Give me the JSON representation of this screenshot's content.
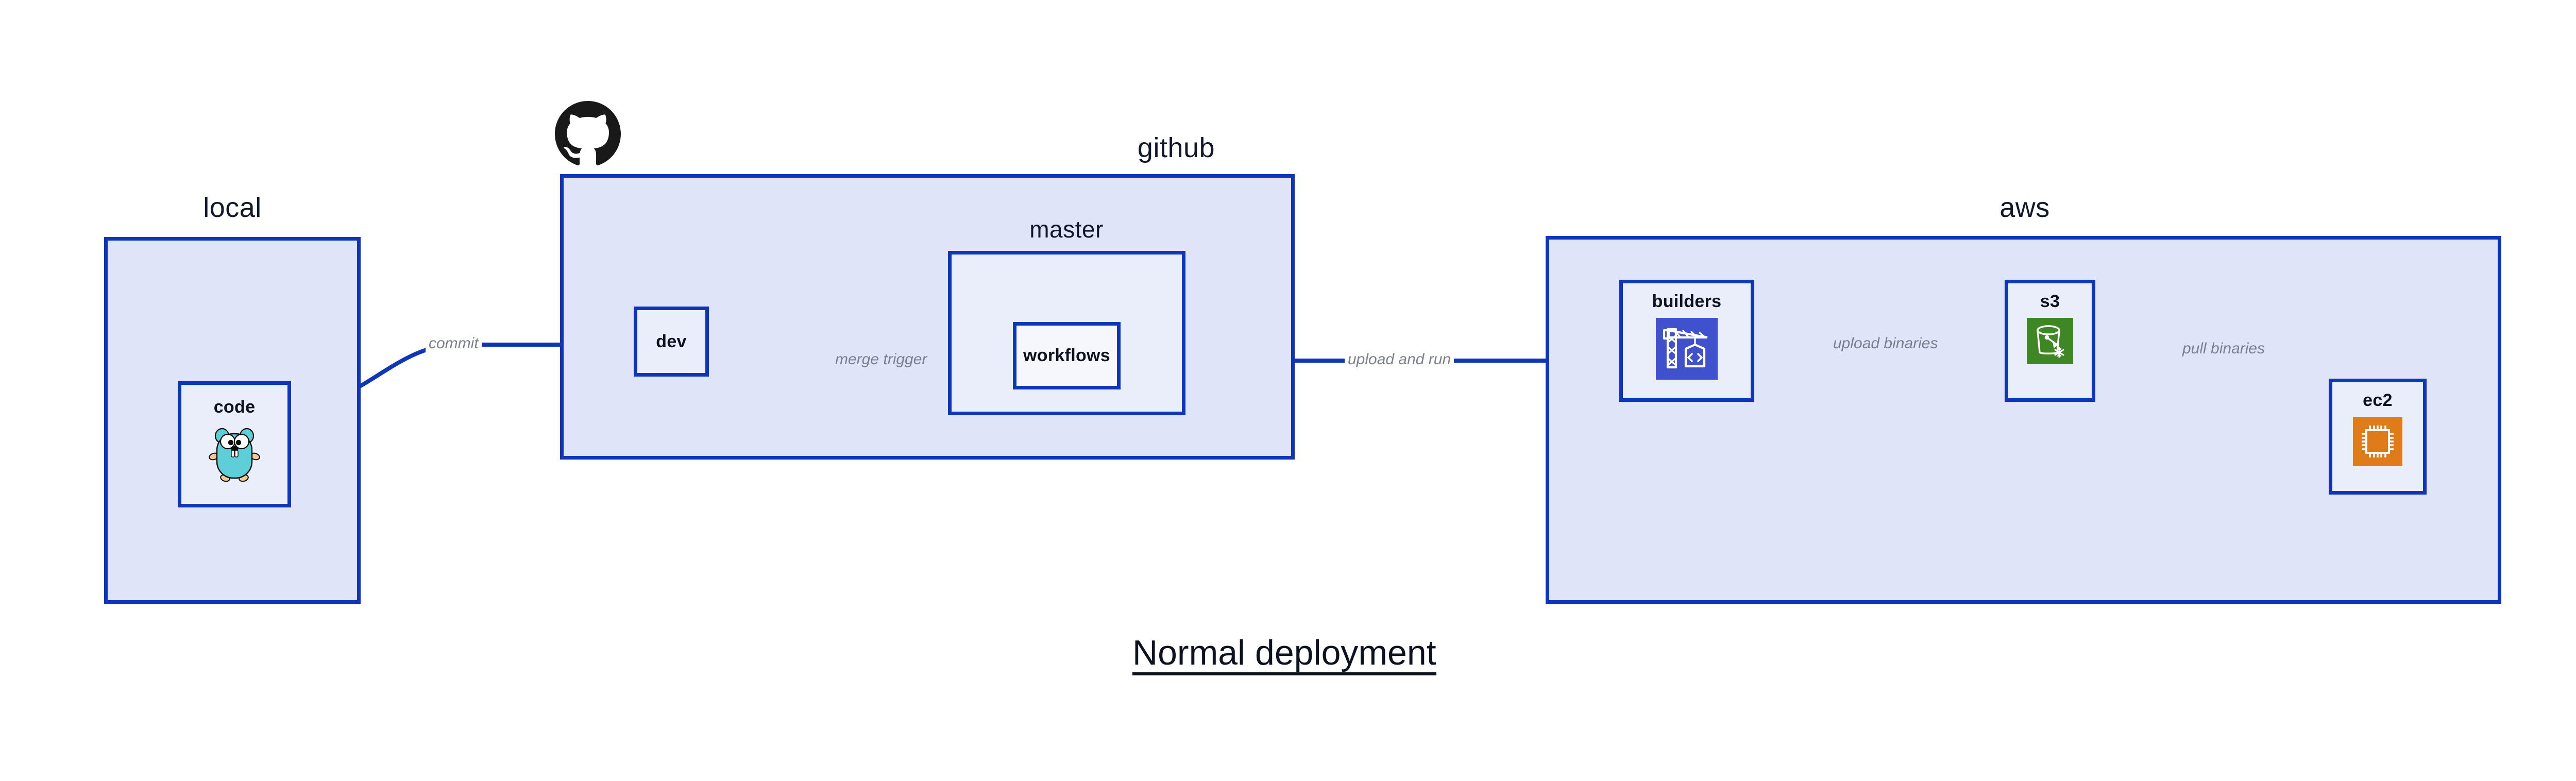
{
  "diagram": {
    "title": "Normal deployment",
    "background_color": "#ffffff",
    "accent_color": "#0f36b8",
    "group_fill": "#dfe4f9",
    "node_fill": "#eaeefb",
    "text_color": "#0d1221",
    "edge_label_color": "#7b7f8e"
  },
  "groups": [
    {
      "id": "local",
      "label": "local",
      "icon": null
    },
    {
      "id": "github",
      "label": "github",
      "icon": "github-logo"
    },
    {
      "id": "master",
      "label": "master",
      "icon": null
    },
    {
      "id": "aws",
      "label": "aws",
      "icon": null
    }
  ],
  "nodes": [
    {
      "id": "code",
      "label": "code",
      "icon": "go-gopher-icon",
      "icon_color": "#5ecfd8"
    },
    {
      "id": "dev",
      "label": "dev",
      "icon": null,
      "icon_color": null
    },
    {
      "id": "workflows",
      "label": "workflows",
      "icon": null,
      "icon_color": null
    },
    {
      "id": "builders",
      "label": "builders",
      "icon": "aws-crane-icon",
      "icon_color": "#3f51cc"
    },
    {
      "id": "s3",
      "label": "s3",
      "icon": "aws-s3-icon",
      "icon_color": "#3f8624"
    },
    {
      "id": "ec2",
      "label": "ec2",
      "icon": "aws-ec2-icon",
      "icon_color": "#e07b19"
    }
  ],
  "edges": [
    {
      "id": "commit",
      "label": "commit",
      "from": "code",
      "to": "dev"
    },
    {
      "id": "merge-trigger",
      "label": "merge trigger",
      "from": "dev",
      "to": "workflows"
    },
    {
      "id": "upload-and-run",
      "label": "upload and run",
      "from": "workflows",
      "to": "builders"
    },
    {
      "id": "upload-binaries",
      "label": "upload binaries",
      "from": "builders",
      "to": "s3"
    },
    {
      "id": "pull-binaries",
      "label": "pull binaries",
      "from": "s3",
      "to": "ec2"
    }
  ]
}
